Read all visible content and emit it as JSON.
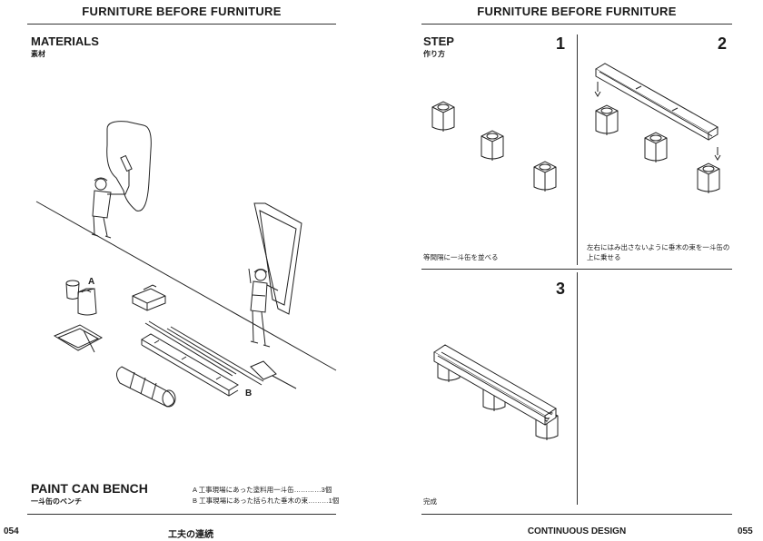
{
  "left_page": {
    "running_head": "FURNITURE BEFORE FURNITURE",
    "section_title": "MATERIALS",
    "section_subtitle": "素材",
    "label_a": "A",
    "label_b": "B",
    "project_title": "PAINT CAN BENCH",
    "project_subtitle": "一斗缶のベンチ",
    "materials_list": [
      "A 工事現場にあった塗料用一斗缶…………3個",
      "B 工事現場にあった括られた垂木の束………1個"
    ],
    "folio": "054",
    "footer_title": "工夫の連続"
  },
  "right_page": {
    "running_head": "FURNITURE BEFORE FURNITURE",
    "section_title": "STEP",
    "section_subtitle": "作り方",
    "steps": [
      {
        "number": "1",
        "caption": "等間隔に一斗缶を並べる"
      },
      {
        "number": "2",
        "caption": "左右にはみ出さないように垂木の束を一斗缶の上に乗せる"
      },
      {
        "number": "3",
        "caption": "完成"
      }
    ],
    "folio": "055",
    "footer_title": "CONTINUOUS DESIGN"
  }
}
